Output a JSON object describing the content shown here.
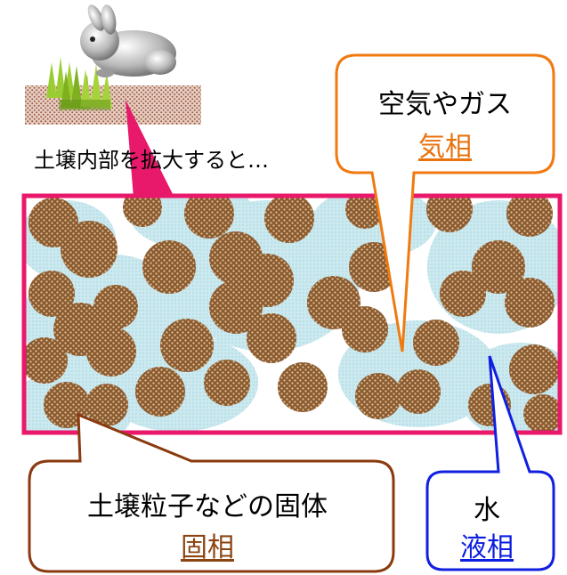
{
  "zoom_caption": "土壌内部を拡大すると…",
  "gas": {
    "text": "空気やガス",
    "phase": "気相"
  },
  "solid": {
    "text": "土壌粒子などの固体",
    "phase": "固相"
  },
  "water": {
    "text": "水",
    "phase": "液相"
  },
  "colors": {
    "gas_accent": "#f07a10",
    "solid_accent": "#8b3a10",
    "water_accent": "#1020e0",
    "panel_border": "#e8186a",
    "particle": "#8a5a30",
    "water_fill": "#bfe4ec"
  },
  "icons": [
    "rabbit-icon",
    "grass-icon",
    "soil-surface-icon"
  ]
}
